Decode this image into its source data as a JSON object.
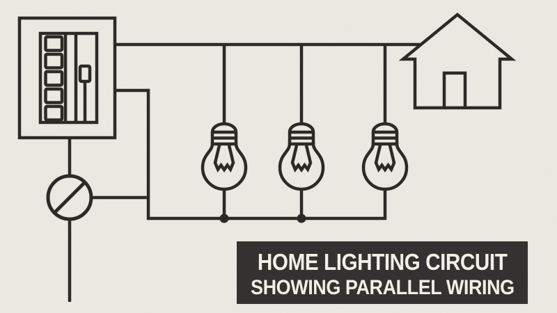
{
  "banner": {
    "line1": "HOME LIGHTING CIRCUIT",
    "line2": "SHOWING PARALLEL WIRING"
  },
  "colors": {
    "background": "#ece9e2",
    "line": "#2b2a27",
    "banner_background": "#343230",
    "banner_text": "#f2efe8"
  },
  "icons": {
    "breaker_panel": "breaker-panel-icon",
    "house": "house-icon",
    "light_bulbs": [
      "light-bulb-1",
      "light-bulb-2",
      "light-bulb-3"
    ],
    "switch": "rotary-switch-icon"
  }
}
